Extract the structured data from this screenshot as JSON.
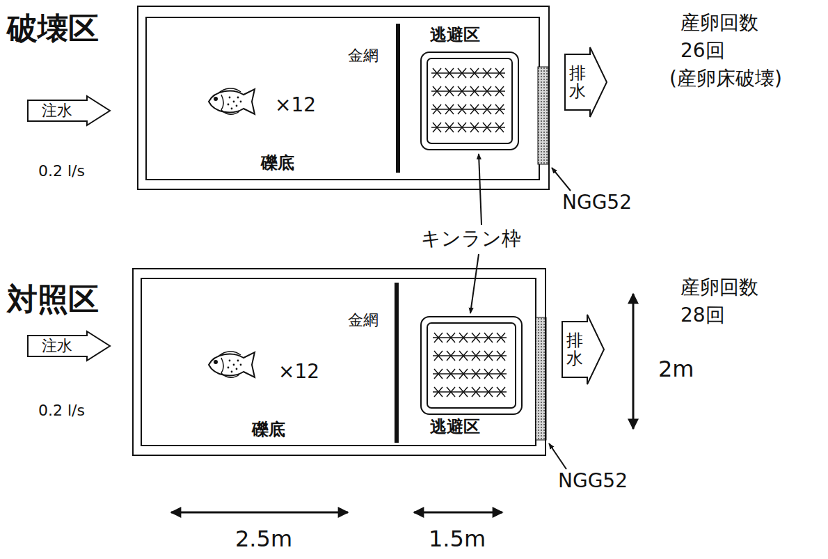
{
  "diagram": {
    "nodes": [
      {
        "text": [
          "破壊区",
          "×12",
          "礫底",
          "逃避区"
        ]
      },
      {
        "text": [
          "注水"
        ]
      },
      {
        "text": [
          "排水"
        ]
      },
      {
        "text": [
          "対照区",
          "×12",
          "礫底",
          "逃避区"
        ]
      },
      {
        "text": [
          "注水"
        ]
      },
      {
        "text": [
          "排水"
        ]
      }
    ],
    "labels": [
      "産卵回数",
      "26回",
      "(産卵床破壊)",
      "金網",
      "0.2 l/s",
      "NGG52",
      "キンラン枠",
      "産卵回数",
      "28回",
      "金網",
      "0.2 l/s",
      "NGG52",
      "2m",
      "2.5m",
      "1.5m"
    ]
  }
}
